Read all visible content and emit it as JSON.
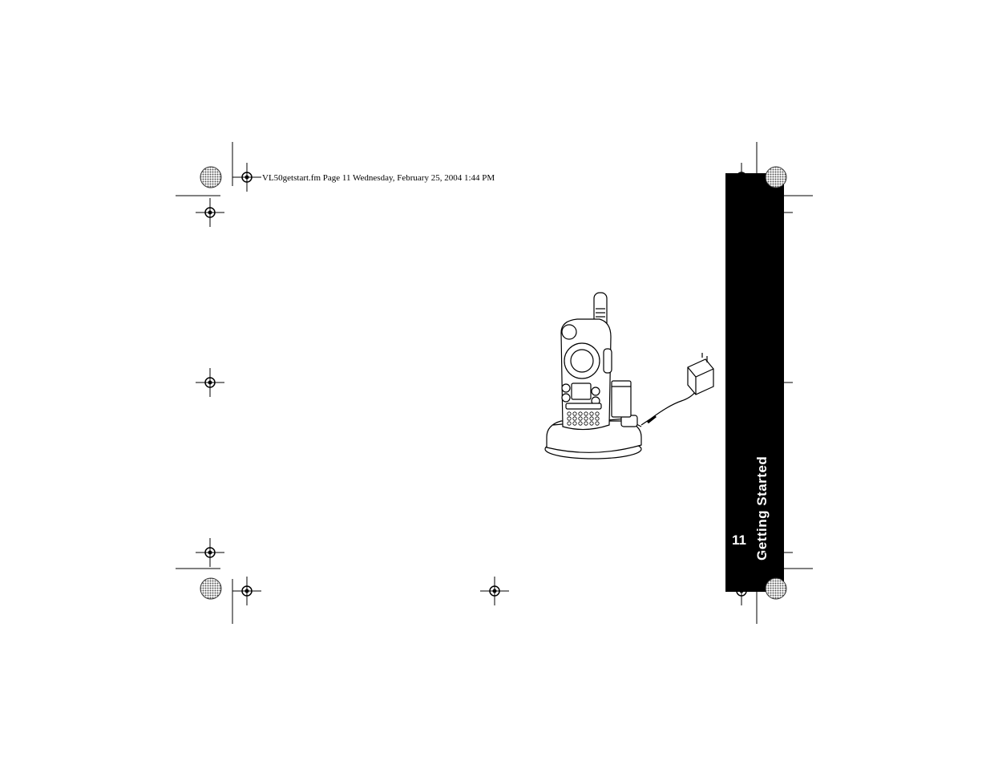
{
  "header": {
    "file_info": "VL50getstart.fm  Page 11  Wednesday, February 25, 2004  1:44 PM"
  },
  "side_tab": {
    "title": "Getting Started",
    "page_number": "11"
  },
  "figure": {
    "subject": "two-way radio in desktop charger with AC adapter"
  }
}
